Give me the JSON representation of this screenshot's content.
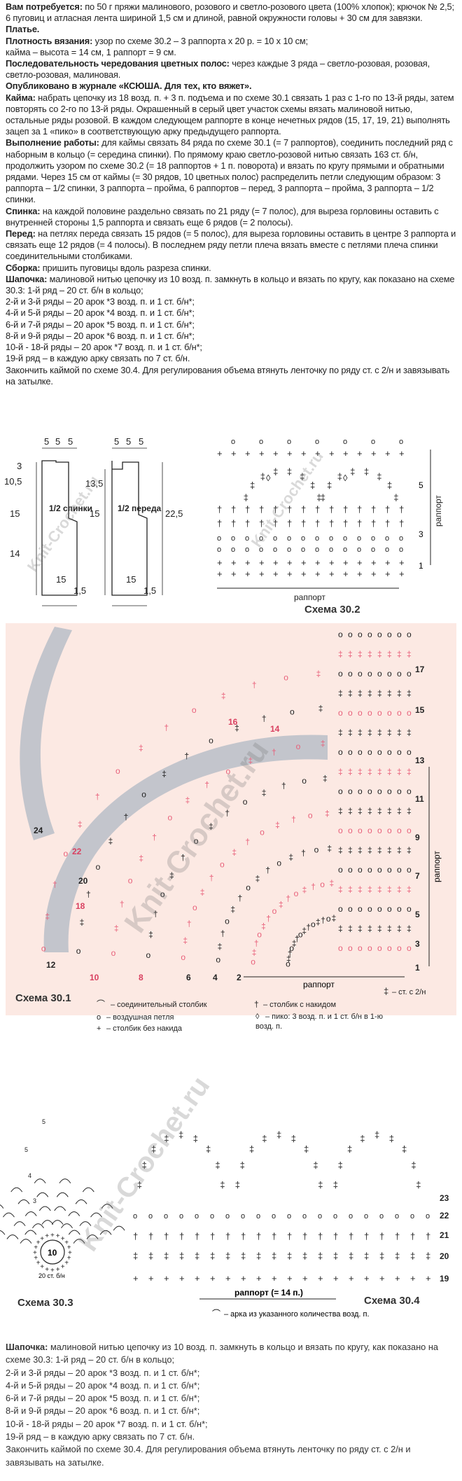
{
  "article": {
    "need_label": "Вам потребуется:",
    "need_text": " по 50 г пряжи малинового, розового и светло-розового цвета (100% хлопок); крючок № 2,5; 6 пуговиц и атласная лента шириной 1,5 см и длиной, равной окружности головы + 30 см для завязки.",
    "dress_heading": "Платье.",
    "gauge_label": "Плотность вязания:",
    "gauge_lines": [
      " узор по схеме 30.2 – 3 раппорта х 20 р. = 10 х 10 см;",
      "кайма – высота = 14 см, 1 раппорт = 9 см."
    ],
    "stripes_label": "Последовательность чередования цветных полос:",
    "stripes_text": " через каждые 3 ряда – светло-розовая, розовая, светло-розовая, малиновая.",
    "published": "Опубликовано в журнале «КСЮША. Для тех, кто вяжет».",
    "border_label": "Кайма:",
    "border_text": " набрать цепочку из 18 возд. п. + 3 п. подъема и по схеме 30.1 связать 1 раз с 1-го по 13-й ряды, затем повторять со 2-го по 13-й ряды. Окрашенный в серый цвет участок схемы вязать малиновой нитью, остальные ряды розовой. В каждом следующем раппорте в конце нечетных рядов (15, 17, 19, 21) выполнять зацеп за 1 «пико» в соответствующую арку предыдущего раппорта.",
    "work_label": "Выполнение работы:",
    "work_text": " для каймы связать 84 ряда по схеме 30.1 (= 7 раппортов), соединить последний ряд с наборным в кольцо (= середина спинки). По прямому краю светло-розовой нитью связать 163 ст. б/н, продолжить узором по схеме 30.2 (= 18 раппортов + 1 п. поворота) и вязать по кругу прямыми и обратными рядами. Через 15 см от каймы (= 30 рядов, 10 цветных полос) распределить петли следующим образом: 3 раппорта – 1/2 спинки, 3 раппорта – пройма, 6 раппортов – перед, 3 раппорта – пройма, 3 раппорта – 1/2 спинки.",
    "back_label": "Спинка:",
    "back_text": " на каждой половине раздельно связать по 21 ряду (= 7 полос), для выреза горловины оставить с внутренней стороны 1,5 раппорта и связать еще 6 рядов (= 2 полосы).",
    "front_label": "Перед:",
    "front_text": " на петлях переда связать 15 рядов (= 5 полос), для выреза горловины оставить в центре 3 раппорта и связать еще 12 рядов (= 4 полосы). В последнем ряду петли плеча вязать вместе с петлями плеча спинки соединительными столбиками.",
    "assembly_label": "Сборка:",
    "assembly_text": " пришить пуговицы вдоль разреза спинки.",
    "hat_label": "Шапочка:",
    "hat_text": " малиновой нитью цепочку из 10 возд. п. замкнуть в кольцо и вязать по кругу, как показано на схеме 30.3: 1-й ряд – 20 ст. б/н в кольцо;",
    "hat_rows": [
      "2-й и 3-й ряды – 20 арок *3 возд. п. и 1 ст. б/н*;",
      "4-й и 5-й ряды – 20 арок *4 возд. п. и 1 ст. б/н*;",
      "6-й и 7-й ряды – 20 арок *5 возд. п. и 1 ст. б/н*;",
      "8-й и 9-й ряды – 20 арок *6 возд. п. и 1 ст. б/н*;",
      "10-й - 18-й ряды – 20 арок *7 возд. п. и 1 ст. б/н*;",
      "19-й ряд – в каждую арку связать по 7 ст. б/н."
    ],
    "hat_end": "Закончить каймой по схеме 30.4. Для регулирования объема втянуть ленточку по ряду ст. с 2/н и завязывать на затылке."
  },
  "patterns": {
    "back_label": "1/2 спинки",
    "front_label": "1/2 переда",
    "back_dims": [
      "5",
      "5",
      "5",
      "3",
      "10,5",
      "15",
      "14",
      "15",
      "1,5"
    ],
    "front_dims": [
      "5",
      "5",
      "5",
      "13,5",
      "15",
      "22,5",
      "15",
      "1,5"
    ],
    "watermark": "Knit-Crochet.ru"
  },
  "scheme302": {
    "caption": "Схема 30.2",
    "repeat_label": "раппорт",
    "row_numbers": [
      "5",
      "3",
      "1"
    ]
  },
  "scheme301": {
    "caption": "Схема 30.1",
    "repeat_label": "раппорт",
    "right_rows": [
      "17",
      "15",
      "13",
      "11",
      "9",
      "7",
      "5",
      "3",
      "1"
    ],
    "left_rows": [
      "16",
      "14",
      "24",
      "22",
      "20",
      "18",
      "12",
      "10",
      "8",
      "6",
      "4",
      "2"
    ],
    "legend": [
      "– соединительный столбик",
      "– воздушная петля",
      "– столбик без накида",
      "– столбик с накидом",
      "– ст. с 2/н",
      "– пико: 3 возд. п. и 1 ст. б/н в 1-ю возд. п."
    ]
  },
  "scheme303": {
    "caption": "Схема 30.3",
    "arc_numbers": [
      "5",
      "5",
      "4",
      "3"
    ],
    "center_number": "10",
    "center_note": "20 ст. б/н"
  },
  "scheme304": {
    "caption": "Схема 30.4",
    "repeat_label": "раппорт (= 14 п.)",
    "row_numbers": [
      "23",
      "22",
      "21",
      "20",
      "19"
    ],
    "arc_note": "– арка из указанного количества возд. п."
  },
  "bottom": {
    "hat_label": "Шапочка:",
    "hat_text": " малиновой нитью цепочку из 10 возд. п. замкнуть в кольцо и вязать по кругу, как показано на схеме 30.3: 1-й ряд – 20 ст. б/н  в кольцо;",
    "rows": [
      "2-й и 3-й ряды – 20 арок *3 возд. п. и 1 ст. б/н*;",
      "4-й и 5-й ряды – 20 арок *4 возд. п. и 1 ст. б/н*;",
      "6-й и 7-й ряды – 20 арок *5 возд. п. и 1 ст. б/н*;",
      "8-й и 9-й ряды – 20 арок *6 возд. п. и 1 ст. б/н*;",
      "10-й - 18-й ряды – 20 арок *7 возд. п. и 1 ст. б/н*;",
      "19-й ряд – в каждую арку связать по 7 ст. б/н."
    ],
    "end": "Закончить каймой по схеме 30.4. Для регулирования объема втянуть  ленточку по ряду ст. с 2/н и завязывать на затылке."
  },
  "colors": {
    "pink": "#e8607a",
    "gray": "#c3c5cc",
    "panel": "#fce9e3",
    "ink": "#222222"
  }
}
